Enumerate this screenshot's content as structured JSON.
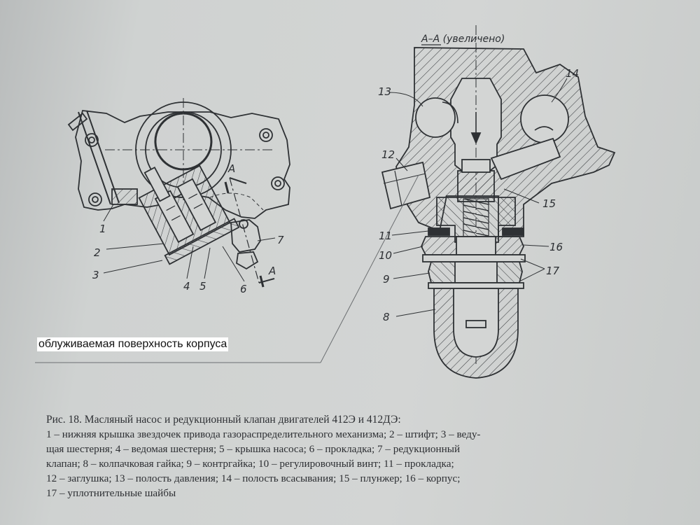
{
  "overlay_label": "облуживаемая поверхность корпуса",
  "section_title": "A–A (увеличено)",
  "section_marks": [
    "A",
    "A"
  ],
  "callouts": [
    "1",
    "2",
    "3",
    "4",
    "5",
    "6",
    "7",
    "8",
    "9",
    "10",
    "11",
    "12",
    "13",
    "14",
    "15",
    "16",
    "17"
  ],
  "caption": {
    "title": "Рис. 18. Масляный насос и редукционный клапан двигателей 412Э и 412ДЭ:",
    "lines": [
      "1 – нижняя крышка звездочек привода газораспределительного механизма; 2 – штифт; 3 – веду-",
      "щая шестерня; 4 – ведомая шестерня; 5 – крышка насоса; 6 – прокладка; 7 – редукционный",
      "клапан; 8 – колпачковая гайка; 9 – контргайка; 10 – регулировочный винт; 11 – прокладка;",
      "12 – заглушка; 13 – полость давления; 14 – полость всасывания; 15 – плунжер; 16 – корпус;",
      "17 – уплотнительные шайбы"
    ]
  },
  "colors": {
    "paper": "#d3d5d4",
    "ink": "#2a2c2e",
    "label_bg": "#ffffff"
  }
}
